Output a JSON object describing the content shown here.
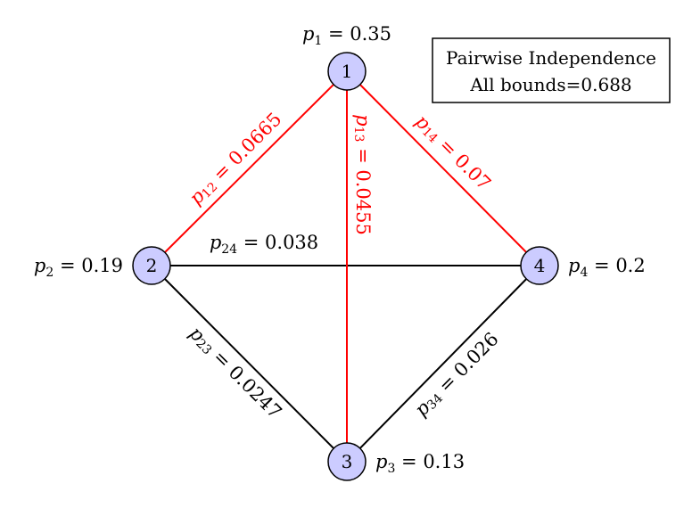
{
  "colors": {
    "node_fill": "#ccccff",
    "node_stroke": "#000000",
    "highlight_edge": "#ff0000",
    "normal_edge": "#000000"
  },
  "legend": {
    "line1": "Pairwise Independence",
    "line2": "All bounds=0.688"
  },
  "nodes": [
    {
      "id": "1",
      "label": "1",
      "prob_var": "p",
      "prob_sub": "1",
      "prob_value": " = 0.35"
    },
    {
      "id": "2",
      "label": "2",
      "prob_var": "p",
      "prob_sub": "2",
      "prob_value": " = 0.19"
    },
    {
      "id": "3",
      "label": "3",
      "prob_var": "p",
      "prob_sub": "3",
      "prob_value": " = 0.13"
    },
    {
      "id": "4",
      "label": "4",
      "prob_var": "p",
      "prob_sub": "4",
      "prob_value": " = 0.2"
    }
  ],
  "edges": [
    {
      "id": "12",
      "from": "1",
      "to": "2",
      "highlighted": true,
      "var": "p",
      "sub": "12",
      "value": " = 0.0665"
    },
    {
      "id": "13",
      "from": "1",
      "to": "3",
      "highlighted": true,
      "var": "p",
      "sub": "13",
      "value": " = 0.0455"
    },
    {
      "id": "14",
      "from": "1",
      "to": "4",
      "highlighted": true,
      "var": "p",
      "sub": "14",
      "value": " = 0.07"
    },
    {
      "id": "24",
      "from": "2",
      "to": "4",
      "highlighted": false,
      "var": "p",
      "sub": "24",
      "value": " = 0.038"
    },
    {
      "id": "23",
      "from": "2",
      "to": "3",
      "highlighted": false,
      "var": "p",
      "sub": "23",
      "value": " = 0.0247"
    },
    {
      "id": "34",
      "from": "3",
      "to": "4",
      "highlighted": false,
      "var": "p",
      "sub": "34",
      "value": " = 0.026"
    }
  ]
}
